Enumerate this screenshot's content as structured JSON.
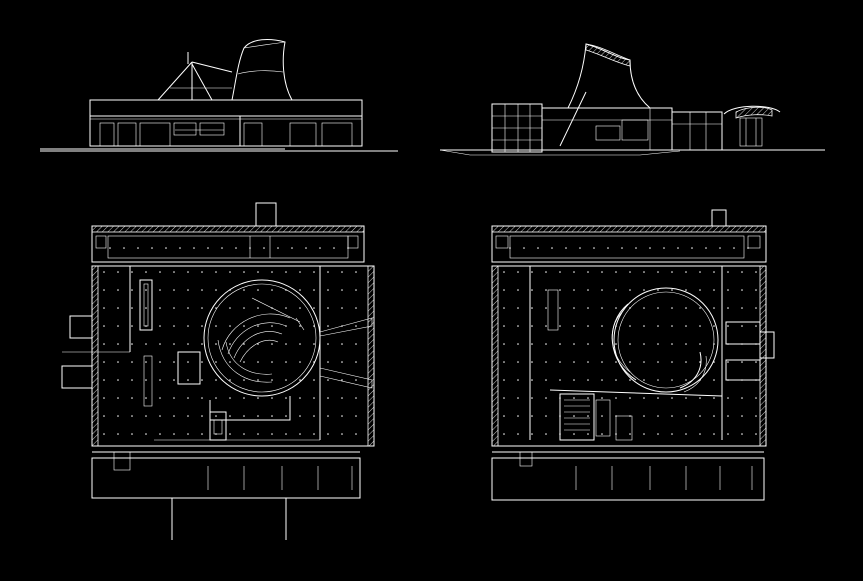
{
  "drawing": {
    "background": "#000000",
    "line_color": "#ffffff",
    "views": [
      {
        "id": "elevation-left",
        "kind": "elevation"
      },
      {
        "id": "elevation-right",
        "kind": "section"
      },
      {
        "id": "plan-left",
        "kind": "floor-plan"
      },
      {
        "id": "plan-right",
        "kind": "floor-plan"
      }
    ]
  }
}
